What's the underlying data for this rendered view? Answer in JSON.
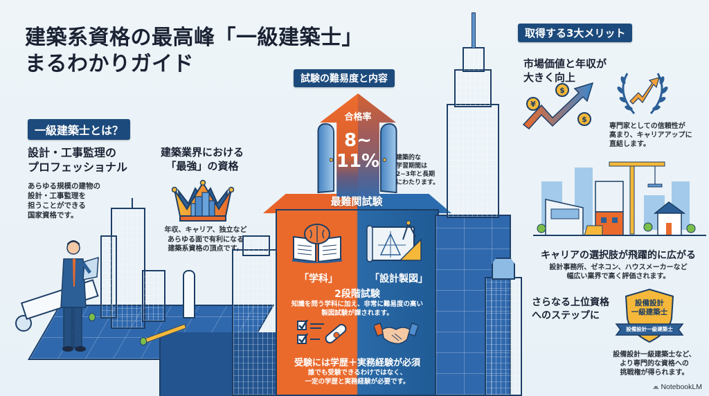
{
  "title": {
    "line1": "建築系資格の最高峰「一級建築士」",
    "line2": "まるわかりガイド"
  },
  "about": {
    "label": "一級建築士とは？",
    "professional": {
      "heading_line1": "設計・工事監理の",
      "heading_line2": "プロフェッショナル",
      "body": [
        "あらゆる規模の建物の",
        "設計・工事監理を",
        "担うことができる",
        "国家資格です。"
      ]
    },
    "strongest": {
      "heading_line1": "建築業界における",
      "heading_line2": "「最強」の資格",
      "body": [
        "年収、キャリア、独立など",
        "あらゆる面で有利になる",
        "建築系資格の頂点です。"
      ]
    }
  },
  "exam": {
    "label": "試験の難易度と内容",
    "pass_rate_label": "合格率",
    "pass_rate_line1": "8~",
    "pass_rate_line2": "11%",
    "study_period": [
      "建築的な",
      "学習期間は",
      "2~3年と長期",
      "にわたります。"
    ],
    "hardest_label": "最難関試験",
    "subject_left": "「学科」",
    "subject_right": "「設計製図」",
    "two_stage_title": "2段階試験",
    "two_stage_body": [
      "知識を問う学科に加え、非常に難易度の高い",
      "製図試験が課されます。"
    ],
    "requirement_title": "受験には学歴＋実務経験が必須",
    "requirement_body": [
      "誰でも受験できるわけではなく、",
      "一定の学歴と実務経験が必要です。"
    ]
  },
  "merits": {
    "label": "取得する3大メリット",
    "income": {
      "heading_line1": "市場価値と年収が",
      "heading_line2": "大きく向上",
      "coin_yen": "¥",
      "coin_dollar": "$"
    },
    "trust": {
      "body": [
        "専門家としての信頼性が",
        "高まり、キャリアアップに",
        "直結します。"
      ]
    },
    "career": {
      "heading": "キャリアの選択肢が飛躍的に広がる",
      "body": [
        "設計事務所、ゼネコン、ハウスメーカーなど",
        "幅広い業界で高く評価されます。"
      ]
    },
    "step_up": {
      "heading_line1": "さらなる上位資格",
      "heading_line2": "へのステップに",
      "badge_line1": "設備設計",
      "badge_line2": "一級建築士",
      "badge_ribbon": "設備設計一級建築士",
      "body": [
        "設備設計一級建築士など、",
        "より専門的な資格への",
        "挑戦権が得られます。"
      ]
    }
  },
  "watermark": "NotebookLM",
  "colors": {
    "navy": "#1c4a7c",
    "orange": "#ea6a2c",
    "blue": "#2a6aa8",
    "gold": "#f5b83a",
    "background": "#eef4f8"
  }
}
